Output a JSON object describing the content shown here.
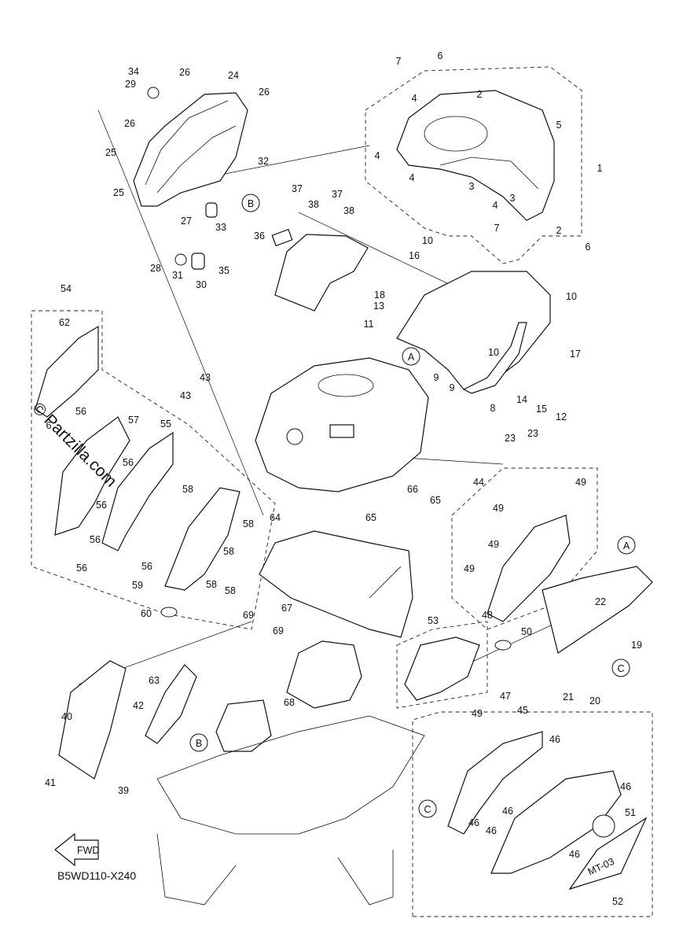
{
  "diagram": {
    "code": "B5WD110-X240",
    "watermark": "© Partzilla.com",
    "fwd": "FWD",
    "badge": "MT-03",
    "refs": {
      "A": "A",
      "B": "B",
      "C": "C"
    },
    "callouts": {
      "n1": "1",
      "n2": "2",
      "n3": "3",
      "n4": "4",
      "n5": "5",
      "n6": "6",
      "n7": "7",
      "n8": "8",
      "n9": "9",
      "n10": "10",
      "n11": "11",
      "n12": "12",
      "n13": "13",
      "n14": "14",
      "n15": "15",
      "n16": "16",
      "n17": "17",
      "n18": "18",
      "n19": "19",
      "n20": "20",
      "n21": "21",
      "n22": "22",
      "n23": "23",
      "n24": "24",
      "n25": "25",
      "n26": "26",
      "n27": "27",
      "n28": "28",
      "n29": "29",
      "n30": "30",
      "n31": "31",
      "n32": "32",
      "n33": "33",
      "n34": "34",
      "n35": "35",
      "n36": "36",
      "n37": "37",
      "n38": "38",
      "n39": "39",
      "n40": "40",
      "n41": "41",
      "n42": "42",
      "n43": "43",
      "n44": "44",
      "n45": "45",
      "n46": "46",
      "n47": "47",
      "n48": "48",
      "n49": "49",
      "n50": "50",
      "n51": "51",
      "n52": "52",
      "n53": "53",
      "n54": "54",
      "n55": "55",
      "n56": "56",
      "n57": "57",
      "n58": "58",
      "n59": "59",
      "n60": "60",
      "n61": "6",
      "n62": "62",
      "n63": "63",
      "n64": "64",
      "n65": "65",
      "n66": "66",
      "n67": "67",
      "n68": "68",
      "n69": "69"
    }
  }
}
